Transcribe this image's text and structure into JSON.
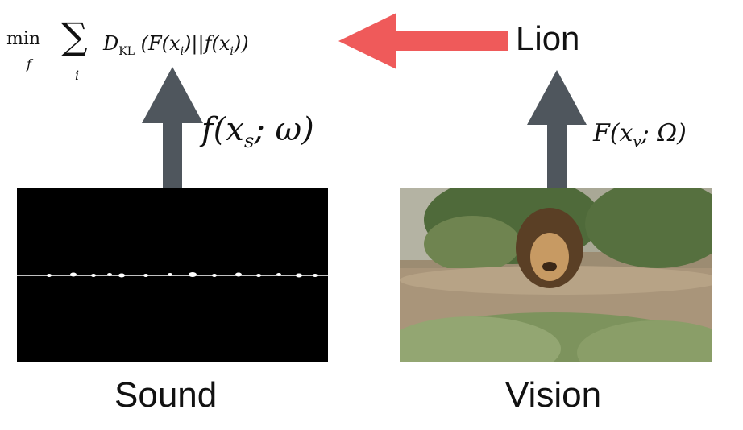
{
  "formula": {
    "min": "min",
    "min_sub": "f",
    "sum": "∑",
    "sum_sub": "i",
    "expression_D": "D",
    "expression_D_sub": "KL",
    "expression_rest_1": " (F(x",
    "expression_rest_sub_1": "i",
    "expression_rest_2": ")||f(x",
    "expression_rest_sub_2": "i",
    "expression_rest_3": "))"
  },
  "labels": {
    "lion": "Lion",
    "sound_model": "f(x",
    "sound_model_sub": "s",
    "sound_model_rest": "; ω)",
    "vision_model": "F(x",
    "vision_model_sub": "v",
    "vision_model_rest": "; Ω)",
    "sound": "Sound",
    "vision": "Vision"
  },
  "colors": {
    "red_arrow": "#ef5a5a",
    "gray_arrow": "#4f565d",
    "sound_bg": "#000000",
    "waveform": "#ffffff"
  },
  "icons": {
    "red_arrow": "arrow-left-icon",
    "sound_arrow": "arrow-up-icon",
    "vision_arrow": "arrow-up-icon"
  }
}
